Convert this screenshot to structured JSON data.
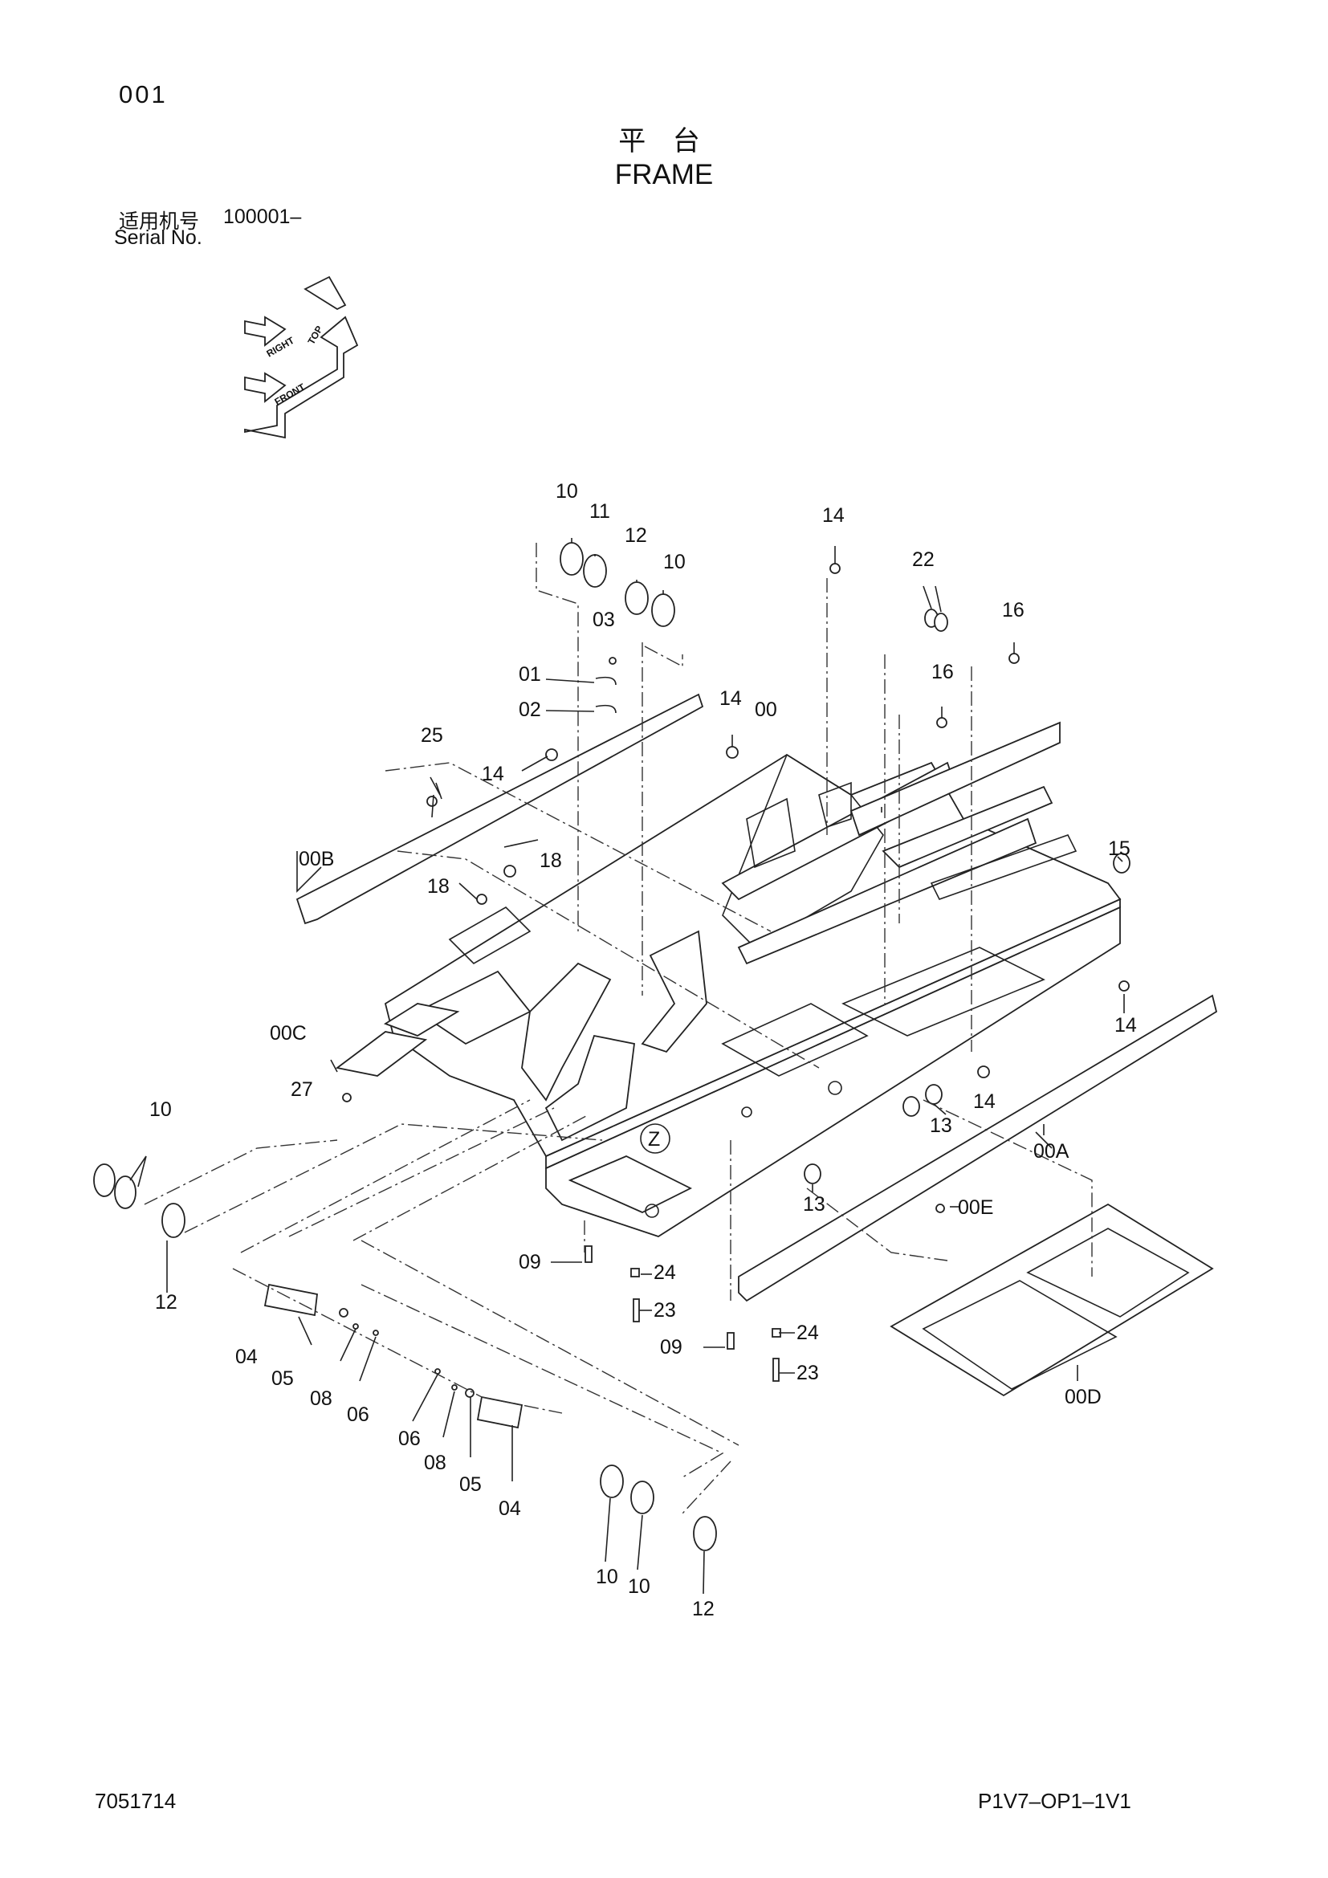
{
  "header": {
    "page_number": "001",
    "title_cn": "平 台",
    "title_en": "FRAME",
    "serial_label_cn": "适用机号",
    "serial_value": "100001–",
    "serial_label_en": "Serial No."
  },
  "orientation_arrows": {
    "labels": [
      "TOP",
      "RIGHT",
      "FRONT"
    ]
  },
  "callouts": [
    {
      "id": "c1",
      "text": "10"
    },
    {
      "id": "c2",
      "text": "11"
    },
    {
      "id": "c3",
      "text": "12"
    },
    {
      "id": "c4",
      "text": "10"
    },
    {
      "id": "c5",
      "text": "03"
    },
    {
      "id": "c6",
      "text": "01"
    },
    {
      "id": "c7",
      "text": "02"
    },
    {
      "id": "c8",
      "text": "14"
    },
    {
      "id": "c9",
      "text": "22"
    },
    {
      "id": "c10",
      "text": "16"
    },
    {
      "id": "c11",
      "text": "16"
    },
    {
      "id": "c12",
      "text": "14"
    },
    {
      "id": "c13",
      "text": "00"
    },
    {
      "id": "c14",
      "text": "25"
    },
    {
      "id": "c15",
      "text": "14"
    },
    {
      "id": "c16",
      "text": "00B"
    },
    {
      "id": "c17",
      "text": "18"
    },
    {
      "id": "c18",
      "text": "18"
    },
    {
      "id": "c19",
      "text": "15"
    },
    {
      "id": "c20",
      "text": "14"
    },
    {
      "id": "c21",
      "text": "00C"
    },
    {
      "id": "c22",
      "text": "27"
    },
    {
      "id": "c23",
      "text": "14"
    },
    {
      "id": "c24",
      "text": "13"
    },
    {
      "id": "c25",
      "text": "00A"
    },
    {
      "id": "c26",
      "text": "10"
    },
    {
      "id": "c27",
      "text": "12"
    },
    {
      "id": "c28",
      "text": "13"
    },
    {
      "id": "c29",
      "text": "00E"
    },
    {
      "id": "c30",
      "text": "09"
    },
    {
      "id": "c31",
      "text": "24"
    },
    {
      "id": "c32",
      "text": "23"
    },
    {
      "id": "c33",
      "text": "09"
    },
    {
      "id": "c34",
      "text": "24"
    },
    {
      "id": "c35",
      "text": "23"
    },
    {
      "id": "c36",
      "text": "00D"
    },
    {
      "id": "c37",
      "text": "04"
    },
    {
      "id": "c38",
      "text": "05"
    },
    {
      "id": "c39",
      "text": "08"
    },
    {
      "id": "c40",
      "text": "06"
    },
    {
      "id": "c41",
      "text": "06"
    },
    {
      "id": "c42",
      "text": "08"
    },
    {
      "id": "c43",
      "text": "05"
    },
    {
      "id": "c44",
      "text": "04"
    },
    {
      "id": "c45",
      "text": "10"
    },
    {
      "id": "c46",
      "text": "10"
    },
    {
      "id": "c47",
      "text": "12"
    },
    {
      "id": "c48",
      "text": "Z"
    }
  ],
  "footer": {
    "document_number": "7051714",
    "document_code": "P1V7–OP1–1V1"
  }
}
